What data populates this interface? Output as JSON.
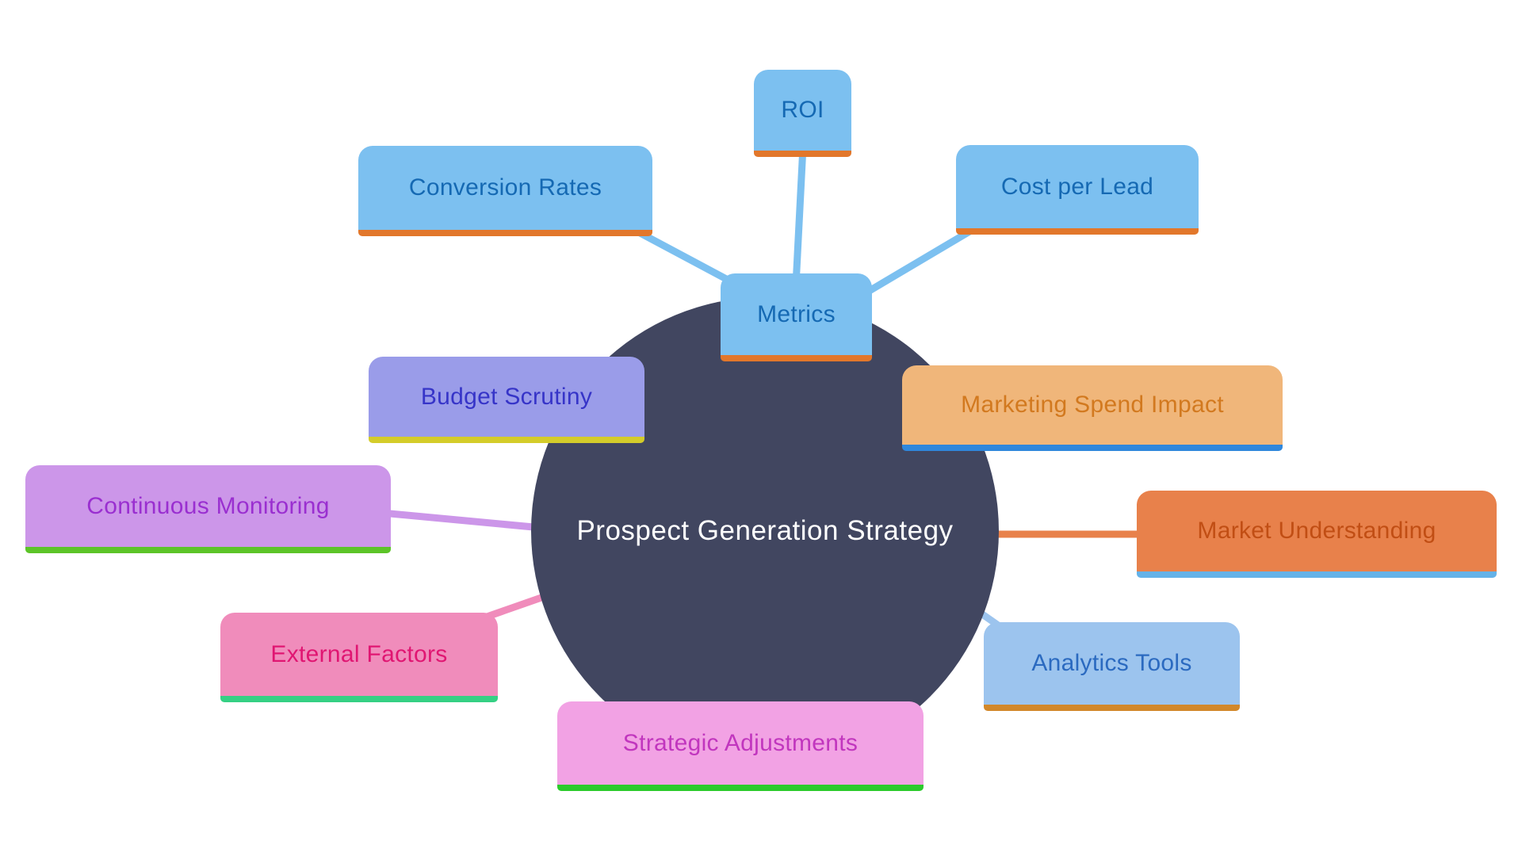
{
  "diagram_title": "Prospect Generation Strategy",
  "center": {
    "label": "Prospect Generation Strategy",
    "fill": "#414660",
    "text_color": "#ffffff"
  },
  "nodes": [
    {
      "id": "metrics",
      "label": "Metrics",
      "fill": "#7cc0f0",
      "text_color": "#1569b3",
      "underline_color": "#e2772b"
    },
    {
      "id": "roi",
      "label": "ROI",
      "fill": "#7cc0f0",
      "text_color": "#1569b3",
      "underline_color": "#e2772b"
    },
    {
      "id": "conversion-rates",
      "label": "Conversion Rates",
      "fill": "#7cc0f0",
      "text_color": "#1569b3",
      "underline_color": "#e2772b"
    },
    {
      "id": "cost-per-lead",
      "label": "Cost per Lead",
      "fill": "#7cc0f0",
      "text_color": "#1569b3",
      "underline_color": "#e2772b"
    },
    {
      "id": "budget-scrutiny",
      "label": "Budget Scrutiny",
      "fill": "#9a9ce9",
      "text_color": "#3634c8",
      "underline_color": "#d4cc2a"
    },
    {
      "id": "marketing-spend-impact",
      "label": "Marketing Spend Impact",
      "fill": "#f0b67a",
      "text_color": "#d2791f",
      "underline_color": "#2f87dc"
    },
    {
      "id": "continuous-monitoring",
      "label": "Continuous Monitoring",
      "fill": "#cc96e9",
      "text_color": "#9a2fd0",
      "underline_color": "#5cc428"
    },
    {
      "id": "market-understanding",
      "label": "Market Understanding",
      "fill": "#e8814b",
      "text_color": "#c14e14",
      "underline_color": "#64b2e8"
    },
    {
      "id": "external-factors",
      "label": "External Factors",
      "fill": "#f08cbb",
      "text_color": "#e01672",
      "underline_color": "#35d084"
    },
    {
      "id": "analytics-tools",
      "label": "Analytics Tools",
      "fill": "#9cc4ee",
      "text_color": "#2b6ac0",
      "underline_color": "#d2882a"
    },
    {
      "id": "strategic-adjustments",
      "label": "Strategic Adjustments",
      "fill": "#f2a2e4",
      "text_color": "#c136be",
      "underline_color": "#2bcb2b"
    }
  ],
  "connectors": [
    {
      "from": "conversion-rates",
      "to": "metrics",
      "color": "#7cc0f0"
    },
    {
      "from": "roi",
      "to": "metrics",
      "color": "#7cc0f0"
    },
    {
      "from": "cost-per-lead",
      "to": "metrics",
      "color": "#7cc0f0"
    },
    {
      "from": "continuous-monitoring",
      "to": "center",
      "color": "#cc96e9"
    },
    {
      "from": "market-understanding",
      "to": "center",
      "color": "#e8814b"
    },
    {
      "from": "external-factors",
      "to": "center",
      "color": "#f08cbb"
    },
    {
      "from": "analytics-tools",
      "to": "center",
      "color": "#9cc4ee"
    }
  ]
}
